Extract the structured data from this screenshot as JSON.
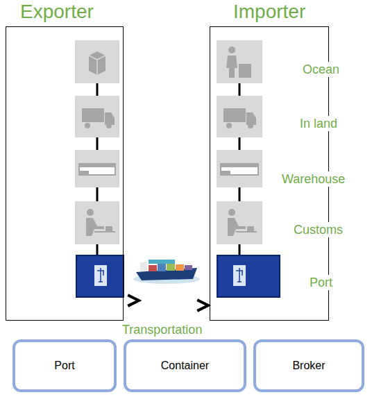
{
  "diagram": {
    "nodes": [
      {
        "text": [
          "Exporter"
        ]
      },
      {
        "text": [
          "Importer"
        ]
      },
      {
        "text": [
          "Port"
        ]
      },
      {
        "text": [
          "Container"
        ]
      },
      {
        "text": [
          "Broker"
        ]
      }
    ],
    "labels": [
      "Ocean",
      "In land",
      "Warehouse",
      "Customs",
      "Port",
      "Transportation"
    ]
  }
}
